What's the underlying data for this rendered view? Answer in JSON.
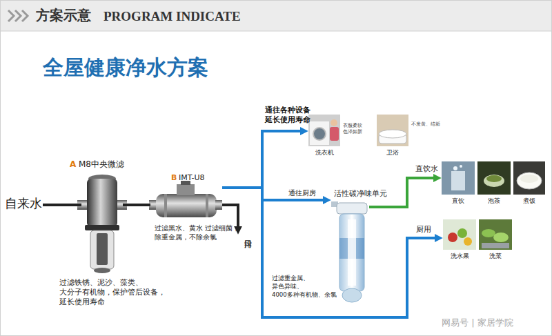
{
  "diagram": {
    "title": "全屋健康净水方案",
    "nodes": [
      {
        "text": [
          "自来水"
        ]
      },
      {
        "text": [
          "M8中央微滤",
          "过滤铁锈、泥沙、藻类、 大分子有机物，保护管后设备， 延长使用寿命"
        ]
      },
      {
        "text": [
          "IMT-U8",
          "过滤黑水、黄水 过滤细菌，除重金属，不除余氯"
        ]
      },
      {
        "text": [
          "排污口"
        ]
      },
      {
        "text": [
          "洗衣机",
          "衣服柔软 色泽如新"
        ]
      },
      {
        "text": [
          "卫浴",
          "不发黄、结垢"
        ]
      },
      {
        "text": [
          "活性碳净味单元",
          "过滤重金属、异色异味、 4000多种有机物、余氯"
        ]
      },
      {
        "text": [
          "直饮"
        ]
      },
      {
        "text": [
          "泡茶"
        ]
      },
      {
        "text": [
          "煮饭"
        ]
      },
      {
        "text": [
          "洗水果"
        ]
      },
      {
        "text": [
          "洗菜"
        ]
      }
    ],
    "edges": [
      {
        "from": 0,
        "to": 1,
        "arrow": "none"
      },
      {
        "from": 1,
        "to": 2,
        "arrow": "none"
      },
      {
        "from": 2,
        "to": 3,
        "arrow": "to"
      },
      {
        "from": 2,
        "to": 4,
        "label": "通往各种设备 延长使用寿命",
        "arrow": "to"
      },
      {
        "from": 2,
        "to": 6,
        "label": "通往厨房",
        "arrow": "to"
      },
      {
        "from": 6,
        "to": 7,
        "label": "直饮水",
        "arrow": "to"
      },
      {
        "from": 2,
        "to": 10,
        "label": "厨用",
        "arrow": "to"
      }
    ],
    "labels": [
      "方案示意",
      "PROGRAM INDICATE",
      "A",
      "B",
      "网易号 | 家居学院"
    ]
  }
}
